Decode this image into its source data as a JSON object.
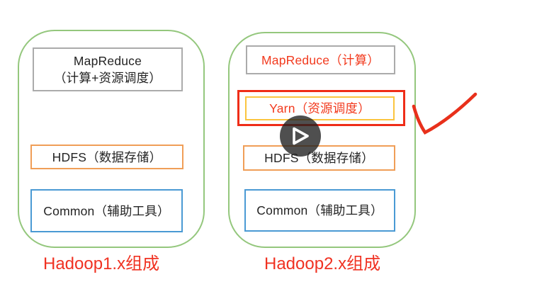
{
  "video_player": {
    "play_button_icon": "play-triangle"
  },
  "colors": {
    "container_border_green": "#94c77d",
    "box_border_gray": "#ababab",
    "box_border_orange": "#f09e57",
    "box_border_blue": "#4a9ad4",
    "box_border_gold": "#fbc53f",
    "accent_red": "#f23a1e",
    "annotation_red": "#ef2d18",
    "text_black": "#242424",
    "background": "#ffffff"
  },
  "hadoop1": {
    "label": "Hadoop1.x组成",
    "mapreduce": {
      "line1": "MapReduce",
      "line2": "（计算+资源调度）"
    },
    "hdfs": "HDFS（数据存储）",
    "common": "Common（辅助工具）"
  },
  "hadoop2": {
    "label": "Hadoop2.x组成",
    "mapreduce": "MapReduce（计算）",
    "yarn": "Yarn（资源调度）",
    "hdfs": "HDFS（数据存储）",
    "common": "Common（辅助工具）"
  },
  "annotations": {
    "yarn_highlight": "red-rectangle",
    "checkmark": "red-checkmark"
  }
}
